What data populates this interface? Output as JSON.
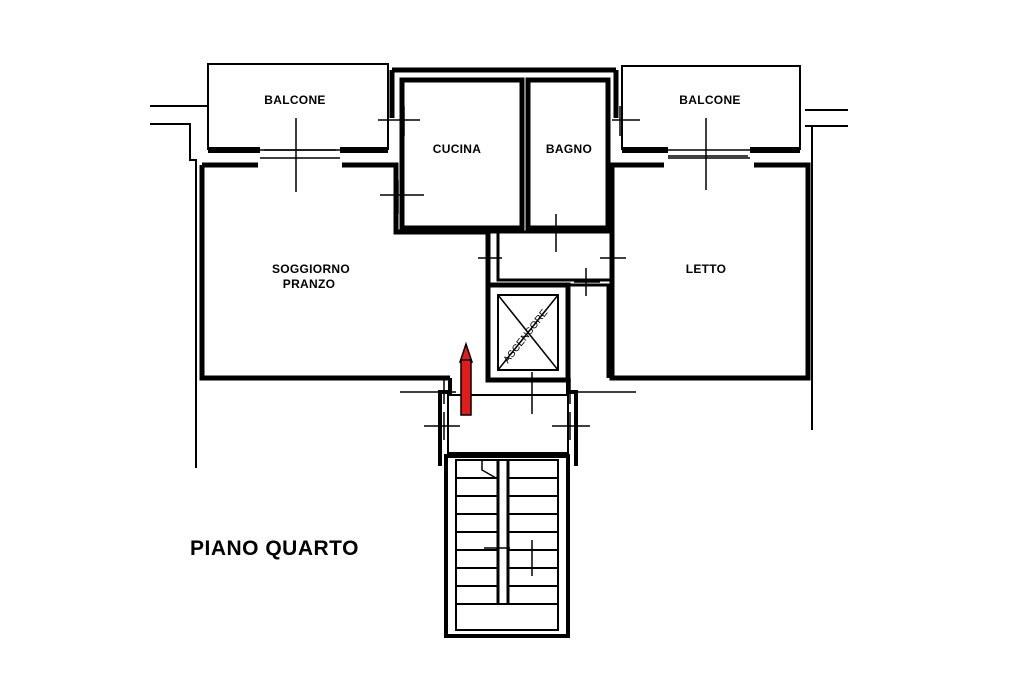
{
  "floor_title": "PIANO QUARTO",
  "rooms": {
    "balcone_left": "BALCONE",
    "balcone_right": "BALCONE",
    "cucina": "CUCINA",
    "bagno": "BAGNO",
    "soggiorno_line1": "SOGGIORNO",
    "soggiorno_line2": "PRANZO",
    "letto": "LETTO",
    "ascensore": "ASCENSORE"
  },
  "colors": {
    "wall": "#000000",
    "entrance_arrow": "#e21b1b"
  },
  "icons": {
    "entrance": "entrance-arrow-icon",
    "elevator": "elevator-cross-icon"
  }
}
